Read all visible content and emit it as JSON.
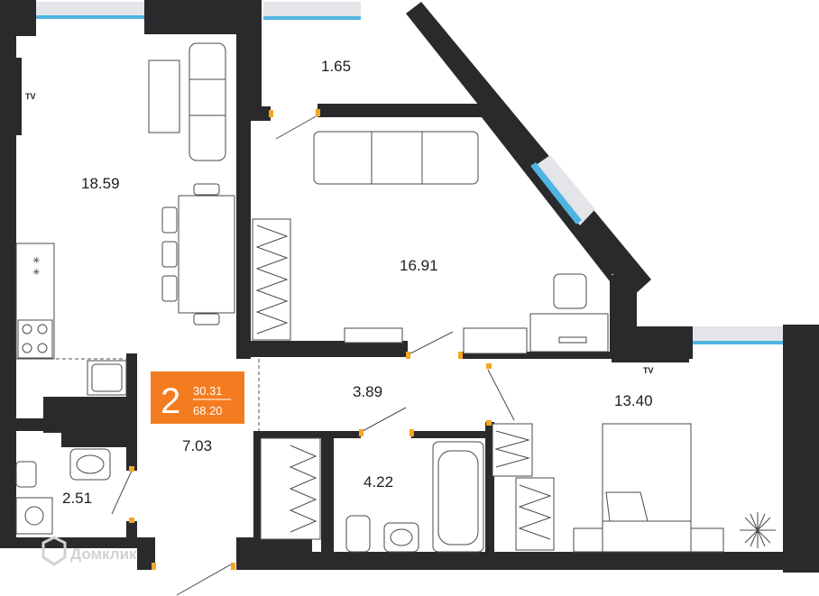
{
  "rooms": [
    {
      "id": "living-kitchen",
      "area": "18.59"
    },
    {
      "id": "balcony",
      "area": "1.65"
    },
    {
      "id": "living-room",
      "area": "16.91"
    },
    {
      "id": "corridor",
      "area": "3.89"
    },
    {
      "id": "bedroom",
      "area": "13.40"
    },
    {
      "id": "hallway",
      "area": "7.03"
    },
    {
      "id": "bathroom",
      "area": "4.22"
    },
    {
      "id": "toilet",
      "area": "2.51"
    }
  ],
  "tv_labels": {
    "kitchen": "TV",
    "bedroom": "TV"
  },
  "badge": {
    "rooms": "2",
    "living_area": "30.31",
    "total_area": "68.20",
    "color": "#f47c20"
  },
  "watermark": {
    "text": "Домклик"
  },
  "colors": {
    "wall": "#2a2a2c",
    "door": "#f5a623",
    "glass": "#4fb5e0"
  }
}
